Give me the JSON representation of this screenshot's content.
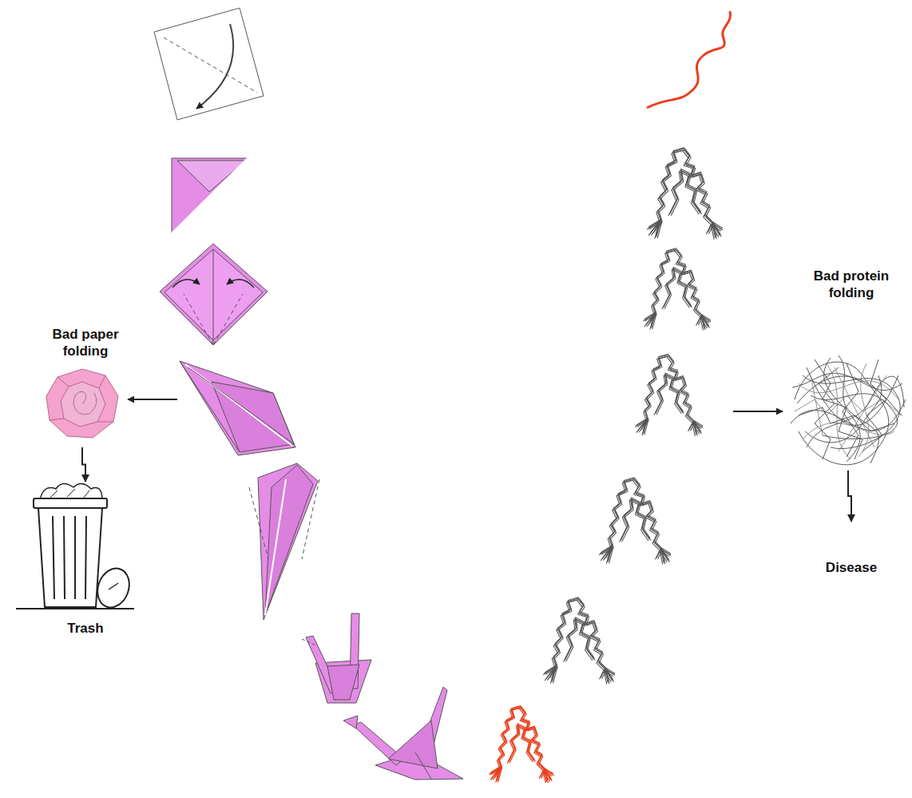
{
  "diagram": {
    "nodes": [
      {
        "text": [
          "Bad paper folding"
        ]
      },
      {
        "text": [
          "Trash"
        ]
      },
      {
        "text": [
          "Bad protein folding"
        ]
      },
      {
        "text": [
          "Disease"
        ]
      }
    ],
    "edges": [
      {
        "from": 0,
        "to": 1,
        "arrow": "to"
      },
      {
        "from": 2,
        "to": 3,
        "arrow": "to"
      }
    ]
  }
}
